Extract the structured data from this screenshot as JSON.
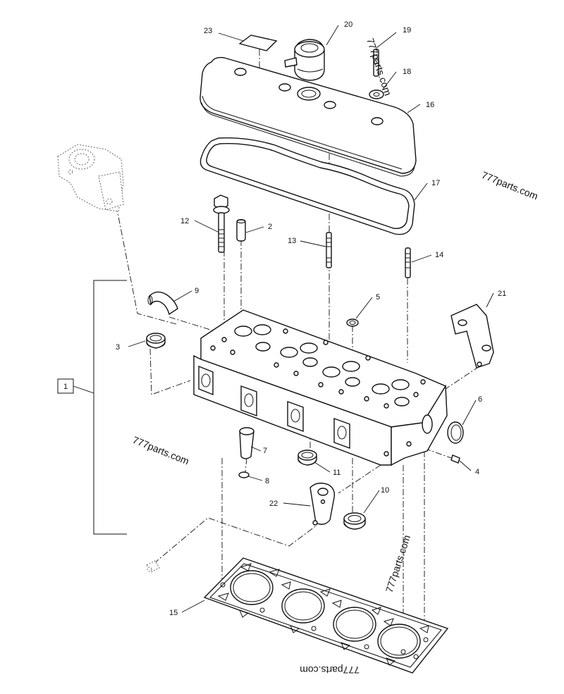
{
  "callouts": {
    "c1": "1",
    "c2": "2",
    "c3": "3",
    "c4": "4",
    "c5": "5",
    "c6": "6",
    "c7": "7",
    "c8": "8",
    "c9": "9",
    "c10": "10",
    "c11": "11",
    "c12": "12",
    "c13": "13",
    "c14": "14",
    "c15": "15",
    "c16": "16",
    "c17": "17",
    "c18": "18",
    "c19": "19",
    "c20": "20",
    "c21": "21",
    "c22": "22",
    "c23": "23"
  },
  "watermark": "777parts.com"
}
